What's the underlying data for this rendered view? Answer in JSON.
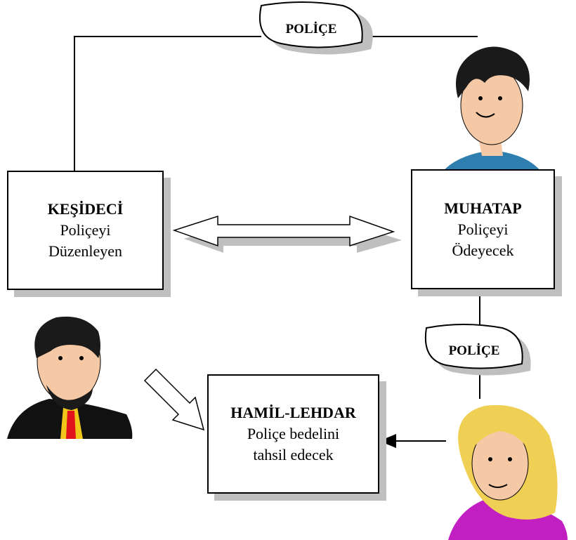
{
  "flags": {
    "top": "POLİÇE",
    "right": "POLİÇE"
  },
  "boxes": {
    "kesideci": {
      "title": "KEŞİDECİ",
      "line1": "Poliçeyi",
      "line2": "Düzenleyen"
    },
    "muhatap": {
      "title": "MUHATAP",
      "line1": "Poliçeyi",
      "line2": "Ödeyecek"
    },
    "hamil": {
      "title": "HAMİL-LEHDAR",
      "line1": "Poliçe bedelini",
      "line2": "tahsil edecek"
    }
  },
  "colors": {
    "shadow": "#bfbfbf",
    "line": "#000000",
    "skin": "#f5c9a6",
    "hair_dark": "#1a1a1a",
    "shirt_blue": "#2e7fb0",
    "shirt_purple": "#c21fc2",
    "hair_blonde": "#f0cf55",
    "tie": "#e1121b"
  },
  "icons": [
    "person-muhatap-icon",
    "person-kesideci-icon",
    "person-hamil-icon"
  ]
}
